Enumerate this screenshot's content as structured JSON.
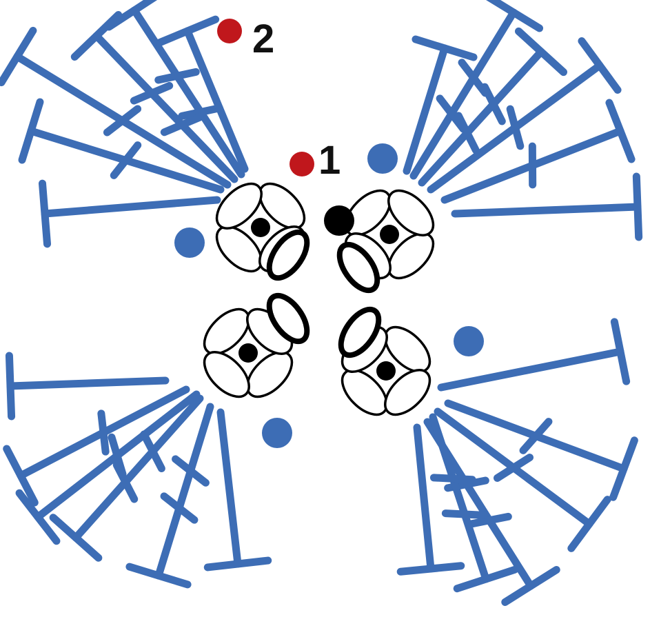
{
  "diagram": {
    "type": "crochet-chart",
    "symbols": [
      "double-crochet",
      "treble-crochet",
      "chain",
      "slip-stitch",
      "puff-cluster"
    ],
    "labels": [
      {
        "id": "round-1",
        "text": "1"
      },
      {
        "id": "round-2",
        "text": "2"
      }
    ],
    "colors": {
      "stitch": "#3d6db5",
      "start_marker": "#c0171c",
      "outline": "#000000",
      "background": "#ffffff"
    }
  }
}
